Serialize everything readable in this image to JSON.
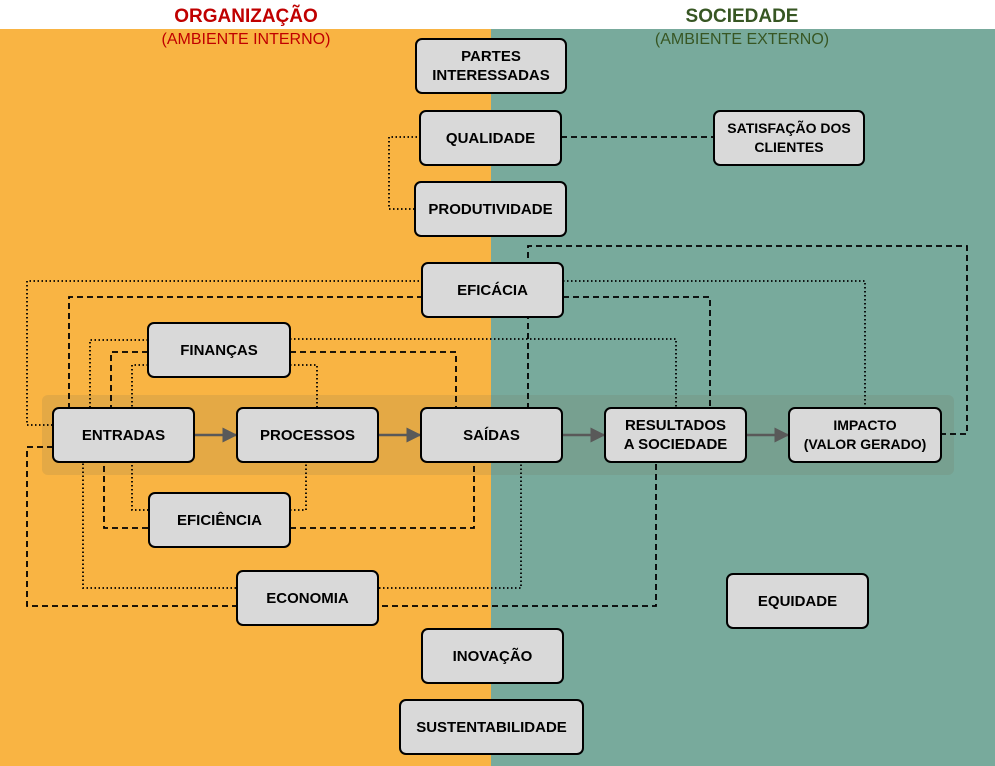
{
  "headers": {
    "organization_title": "ORGANIZAÇÃO",
    "organization_subtitle": "(AMBIENTE INTERNO)",
    "society_title": "SOCIEDADE",
    "society_subtitle": "(AMBIENTE EXTERNO)"
  },
  "nodes": {
    "partes": "PARTES\nINTERESSADAS",
    "qualidade": "QUALIDADE",
    "satisfacao": "SATISFAÇÃO DOS\nCLIENTES",
    "produtividade": "PRODUTIVIDADE",
    "eficacia": "EFICÁCIA",
    "financas": "FINANÇAS",
    "entradas": "ENTRADAS",
    "processos": "PROCESSOS",
    "saidas": "SAÍDAS",
    "resultados": "RESULTADOS\nA SOCIEDADE",
    "impacto_title": "IMPACTO",
    "impacto_sub": "(VALOR GERADO)",
    "eficiencia": "EFICIÊNCIA",
    "economia": "ECONOMIA",
    "equidade": "EQUIDADE",
    "inovacao": "INOVAÇÃO",
    "sustentabilidade": "SUSTENTABILIDADE"
  },
  "colors": {
    "organization_bg": "#f9b443",
    "society_bg": "#78aa9c",
    "organization_text": "#c00000",
    "society_text": "#375623",
    "box_fill": "#d9d9d9",
    "arrow": "#595959"
  }
}
